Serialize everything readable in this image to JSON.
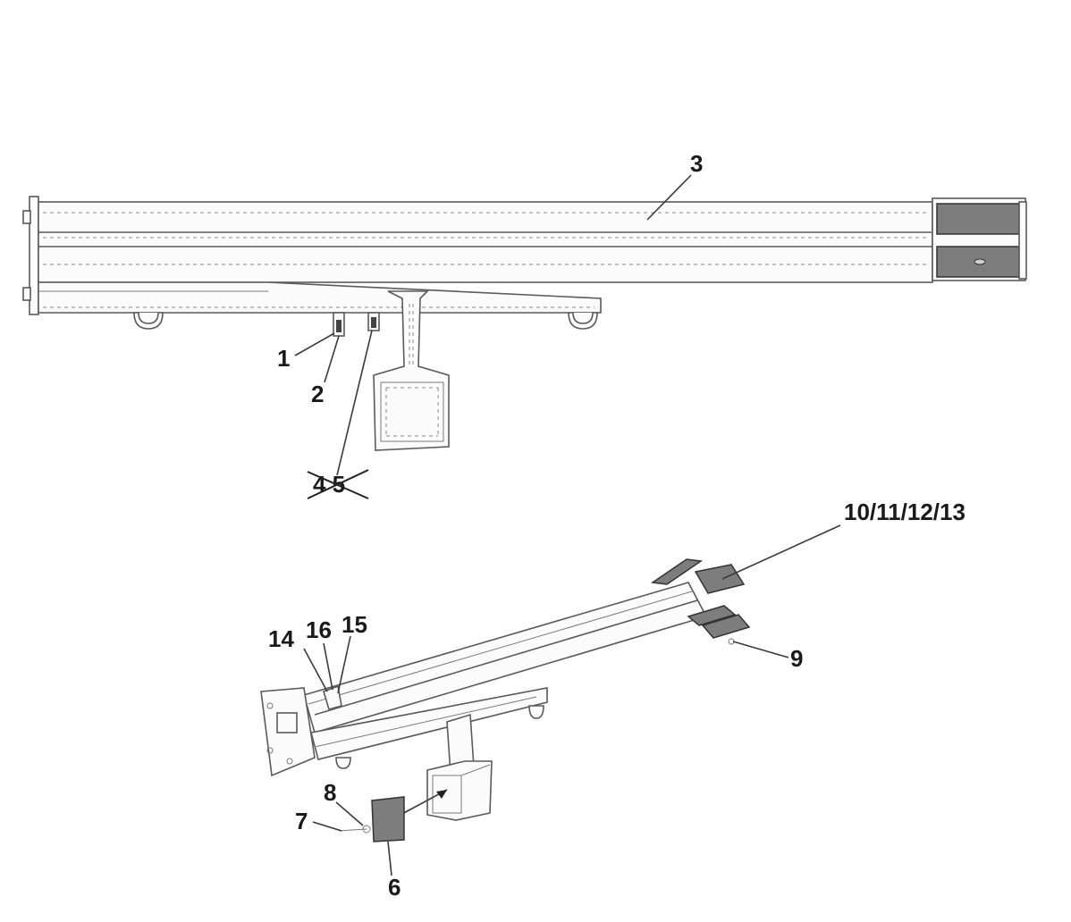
{
  "callouts": {
    "c1": "1",
    "c2": "2",
    "c3": "3",
    "c45": "4 5",
    "c6": "6",
    "c7": "7",
    "c8": "8",
    "c9": "9",
    "c10_13": "10/11/12/13",
    "c14": "14",
    "c15": "15",
    "c16": "16"
  },
  "colors": {
    "wear_pad": "#7d7d7d",
    "line": "#5a5a5a",
    "label": "#1a1a1a"
  }
}
